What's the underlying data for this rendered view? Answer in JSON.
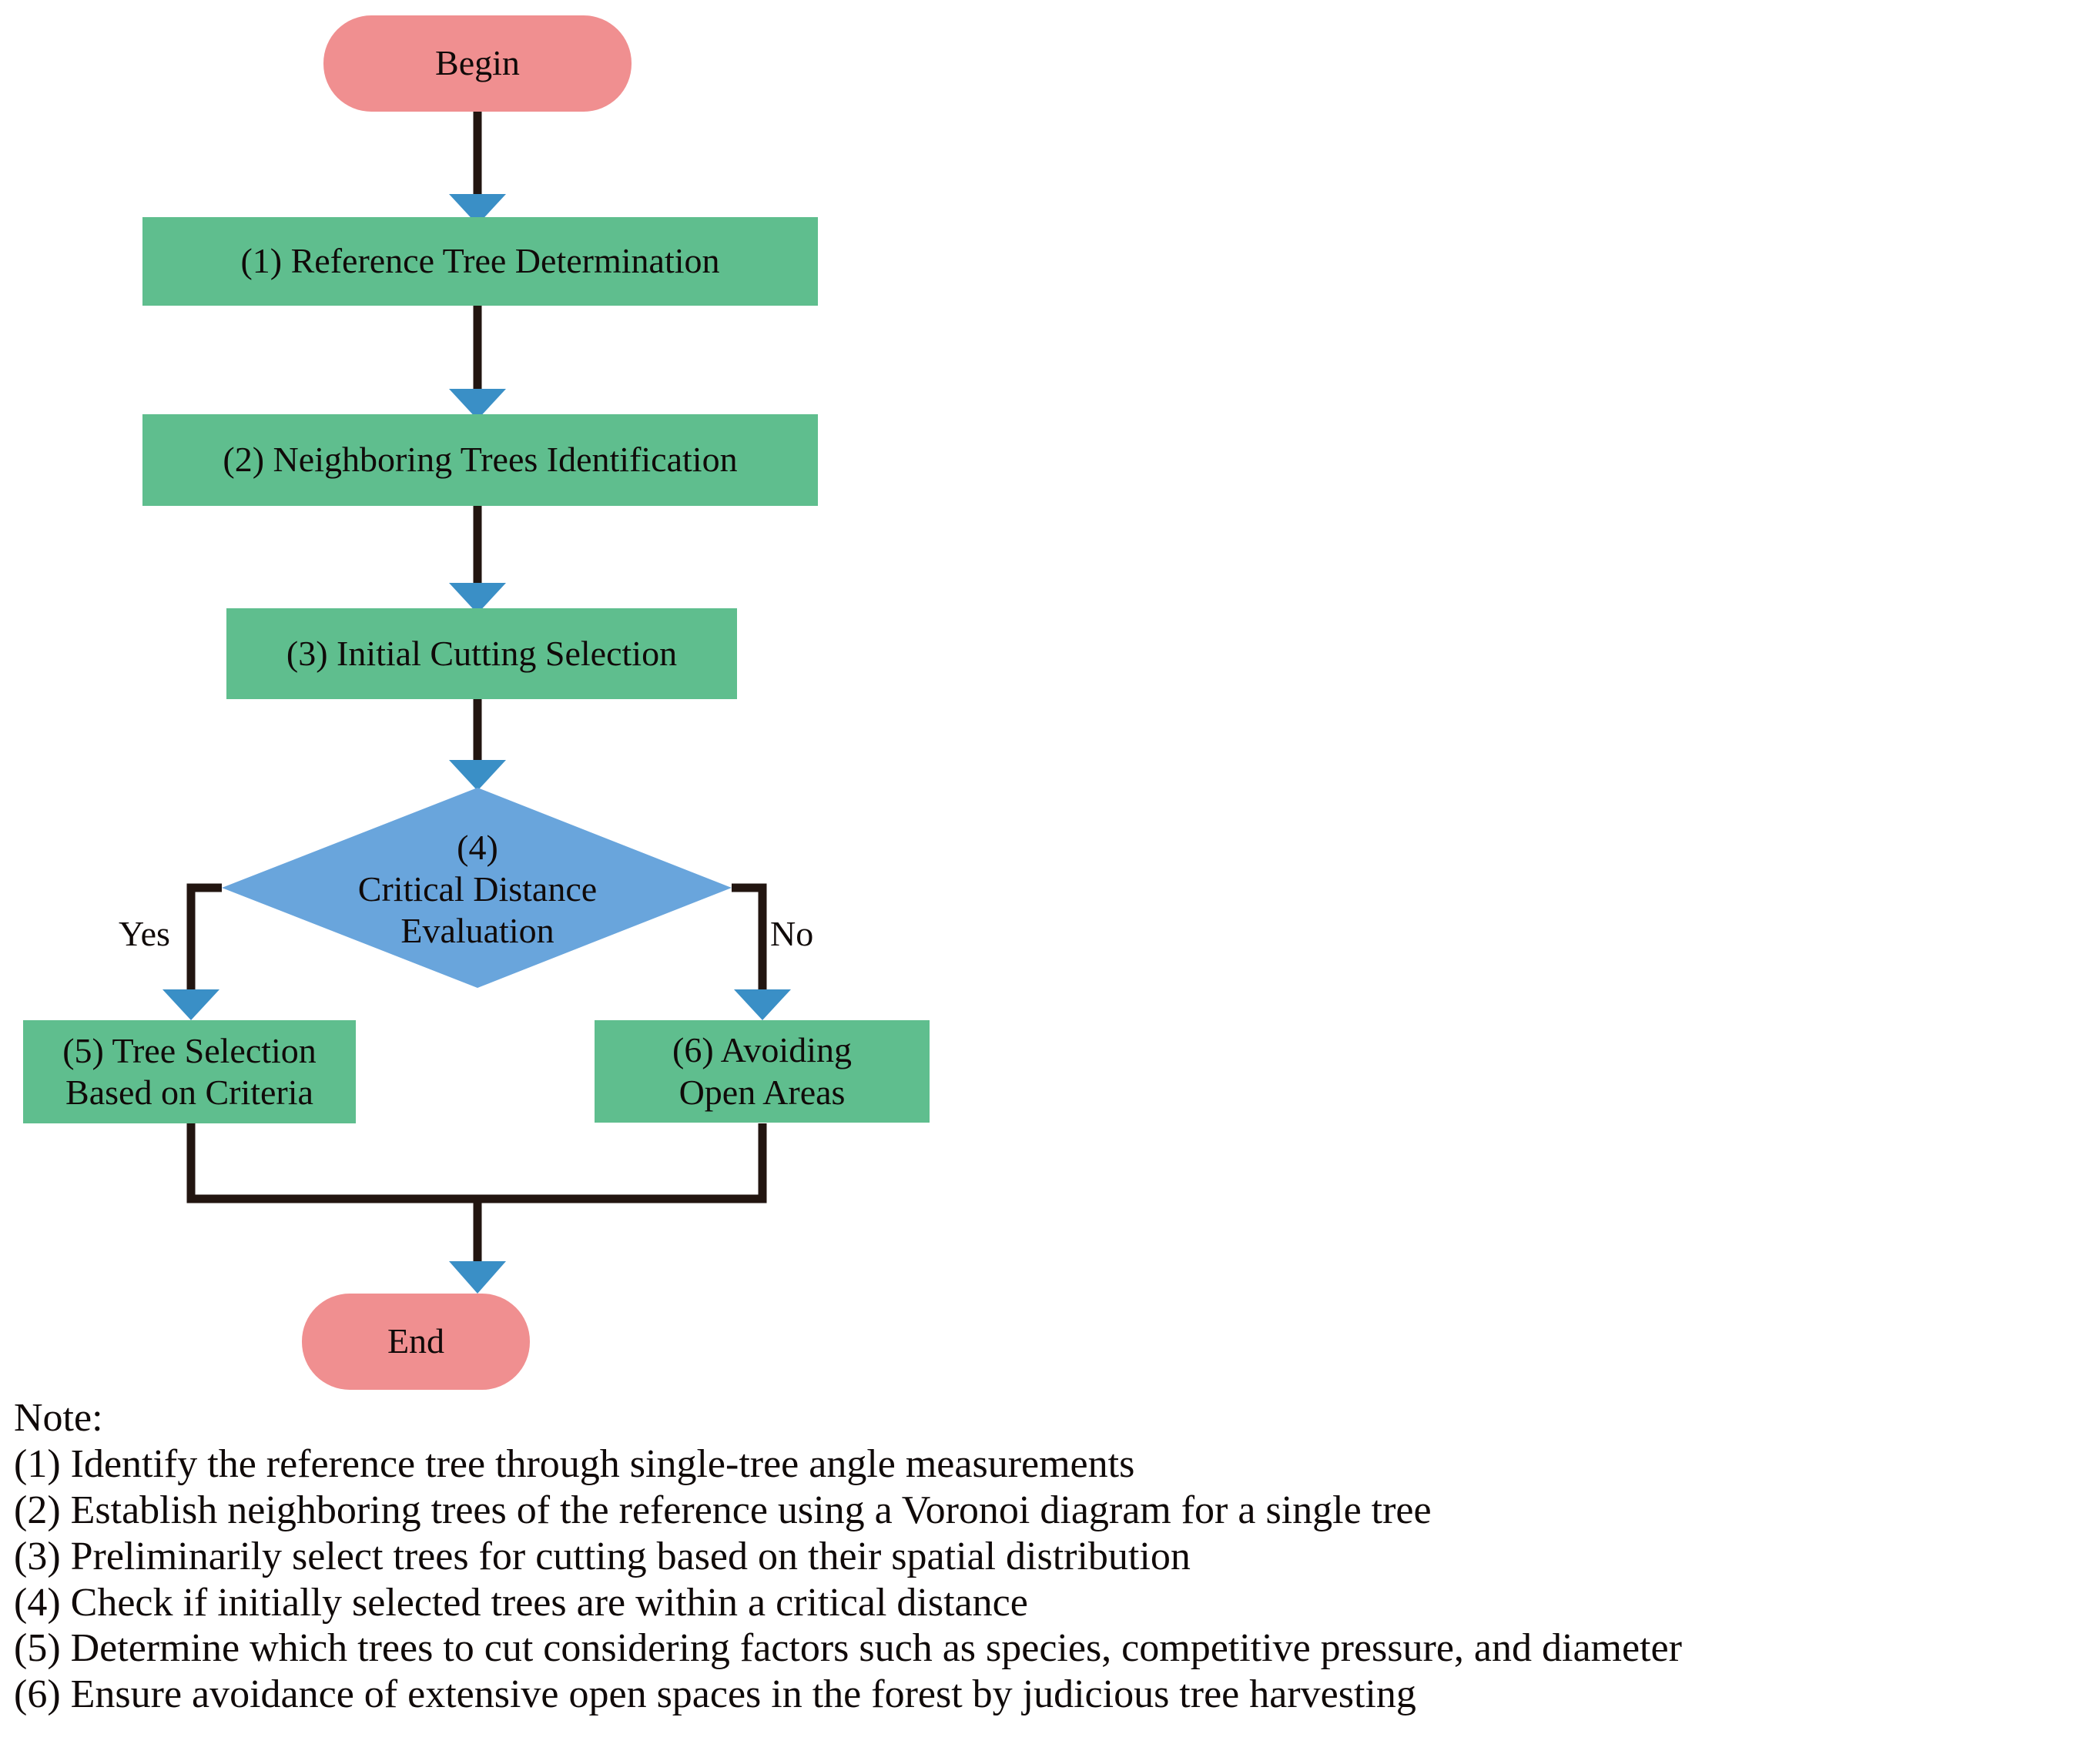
{
  "diagram": {
    "type": "flowchart",
    "title": "",
    "colors": {
      "terminal_fill": "#f08f90",
      "process_fill": "#5fbe8e",
      "decision_fill": "#69a5dc",
      "connector_line": "#221510",
      "arrowhead": "#3a8fc6",
      "text": "#100a09",
      "background": "#ffffff"
    },
    "nodes": [
      {
        "id": "begin",
        "shape": "terminal",
        "label": "Begin"
      },
      {
        "id": "step1",
        "shape": "process",
        "label": "(1) Reference Tree Determination"
      },
      {
        "id": "step2",
        "shape": "process",
        "label": "(2) Neighboring Trees Identification"
      },
      {
        "id": "step3",
        "shape": "process",
        "label": "(3) Initial Cutting Selection"
      },
      {
        "id": "step4",
        "shape": "decision",
        "label": "(4)\nCritical Distance\nEvaluation"
      },
      {
        "id": "step5",
        "shape": "process",
        "label": "(5) Tree Selection\nBased on Criteria"
      },
      {
        "id": "step6",
        "shape": "process",
        "label": "(6) Avoiding\nOpen Areas"
      },
      {
        "id": "end",
        "shape": "terminal",
        "label": "End"
      }
    ],
    "edges": [
      {
        "from": "begin",
        "to": "step1",
        "label": ""
      },
      {
        "from": "step1",
        "to": "step2",
        "label": ""
      },
      {
        "from": "step2",
        "to": "step3",
        "label": ""
      },
      {
        "from": "step3",
        "to": "step4",
        "label": ""
      },
      {
        "from": "step4",
        "to": "step5",
        "label": "Yes"
      },
      {
        "from": "step4",
        "to": "step6",
        "label": "No"
      },
      {
        "from": "step5",
        "to": "end",
        "label": ""
      },
      {
        "from": "step6",
        "to": "end",
        "label": ""
      }
    ],
    "branch_labels": {
      "yes": "Yes",
      "no": "No"
    }
  },
  "note": {
    "heading": "Note:",
    "lines": [
      "(1) Identify the reference tree through single-tree angle measurements",
      "(2) Establish neighboring trees of the reference using a Voronoi diagram for a single tree",
      "(3) Preliminarily select trees for cutting based on their spatial distribution",
      "(4) Check if initially selected trees are within a critical distance",
      "(5) Determine which trees to cut considering factors such as species, competitive pressure, and diameter",
      "(6) Ensure avoidance of extensive open spaces in the forest by judicious tree harvesting"
    ]
  }
}
